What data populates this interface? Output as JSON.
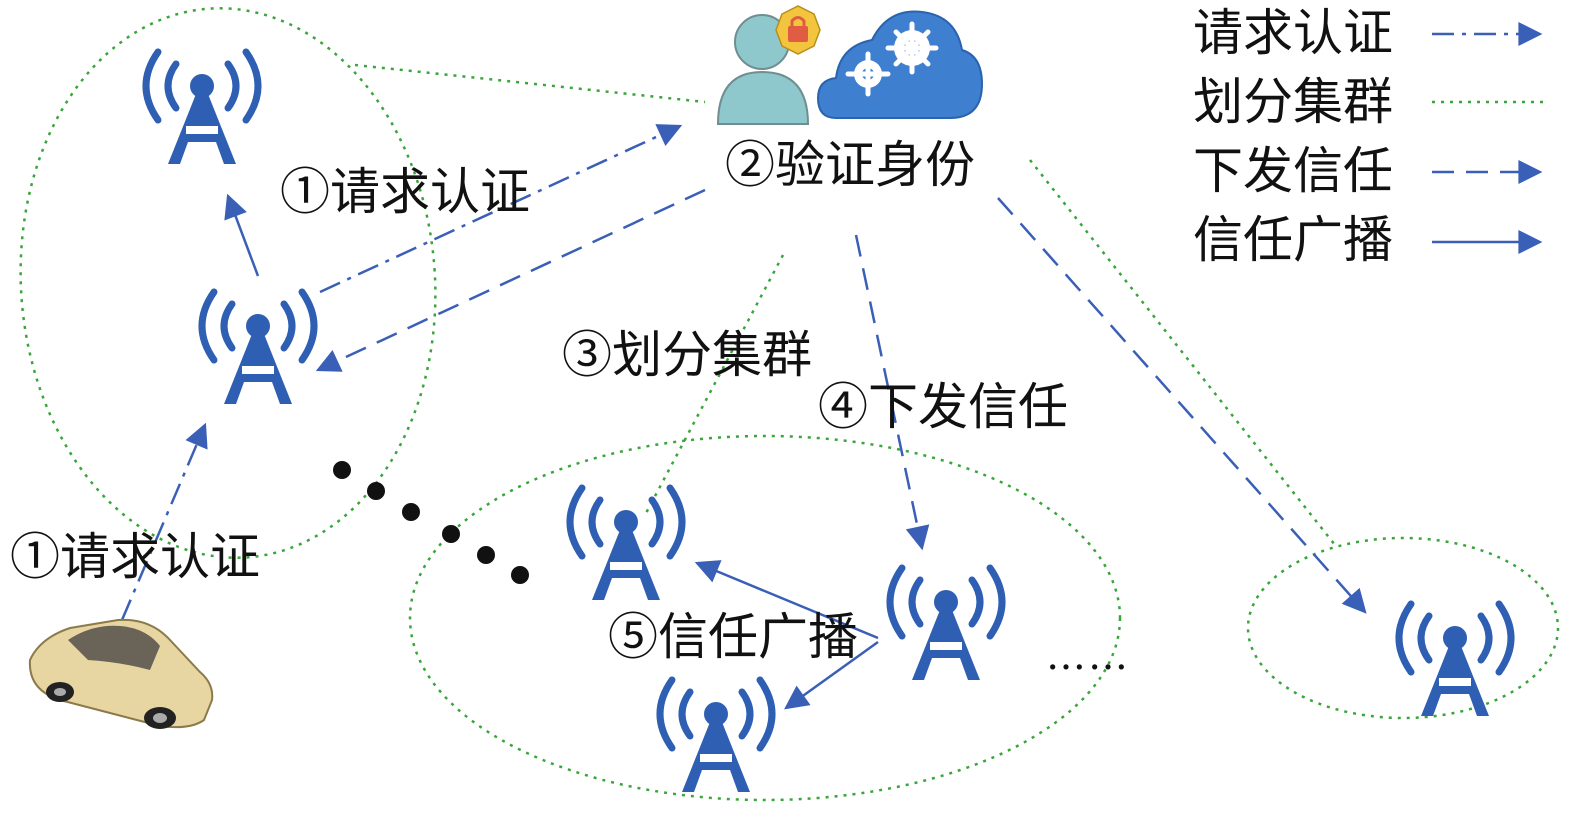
{
  "legend": {
    "items": [
      {
        "label": "请求认证",
        "style": "dash-dot"
      },
      {
        "label": "划分集群",
        "style": "dotted"
      },
      {
        "label": "下发信任",
        "style": "dashed"
      },
      {
        "label": "信任广播",
        "style": "solid"
      }
    ]
  },
  "steps": {
    "request_auth_top": "①请求认证",
    "verify_identity": "②验证身份",
    "divide_cluster": "③划分集群",
    "issue_trust": "④下发信任",
    "request_auth_bottom": "①请求认证",
    "trust_broadcast": "⑤信任广播"
  },
  "ellipsis": "……",
  "colors": {
    "tower": "#2f5fb3",
    "arrow": "#3a5fb6",
    "cluster": "#3aa53a",
    "dots": "#111111"
  },
  "icons": [
    "tower-icon",
    "user-lock-icon",
    "cloud-gear-icon",
    "car-icon"
  ]
}
